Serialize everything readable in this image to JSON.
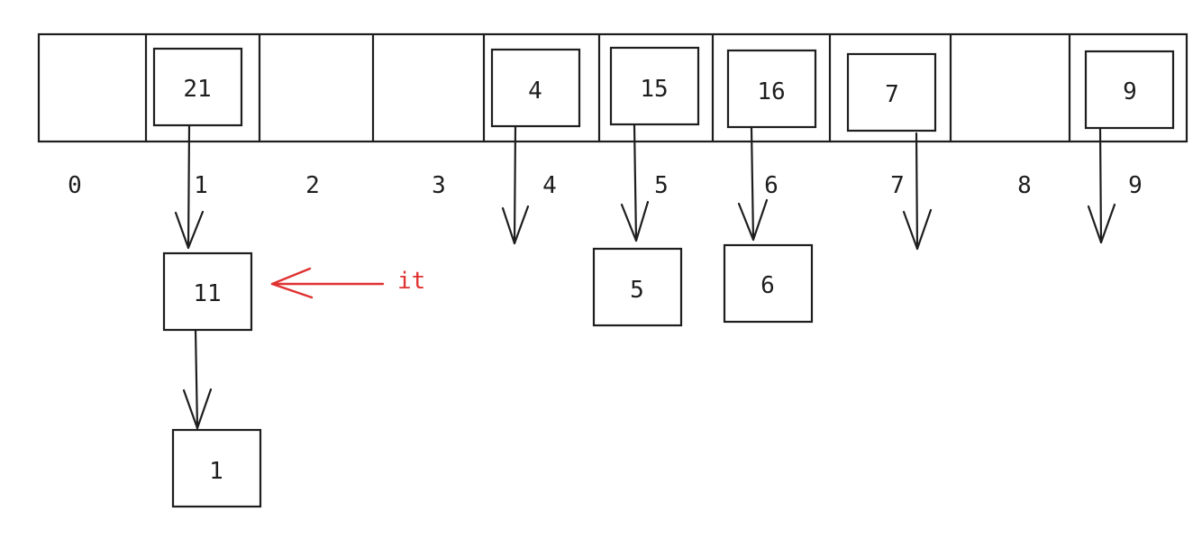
{
  "hash_table": {
    "indices": [
      "0",
      "1",
      "2",
      "3",
      "4",
      "5",
      "6",
      "7",
      "8",
      "9"
    ],
    "slot_values": [
      "",
      "21",
      "",
      "",
      "4",
      "15",
      "16",
      "7",
      "",
      "9"
    ]
  },
  "chains": {
    "slot1_node1": "11",
    "slot1_node2": "1",
    "slot5_node1": "5",
    "slot6_node1": "6"
  },
  "pointer": {
    "label": "it",
    "color": "#e03131"
  },
  "colors": {
    "stroke": "#1e1e1e",
    "background": "#ffffff"
  }
}
